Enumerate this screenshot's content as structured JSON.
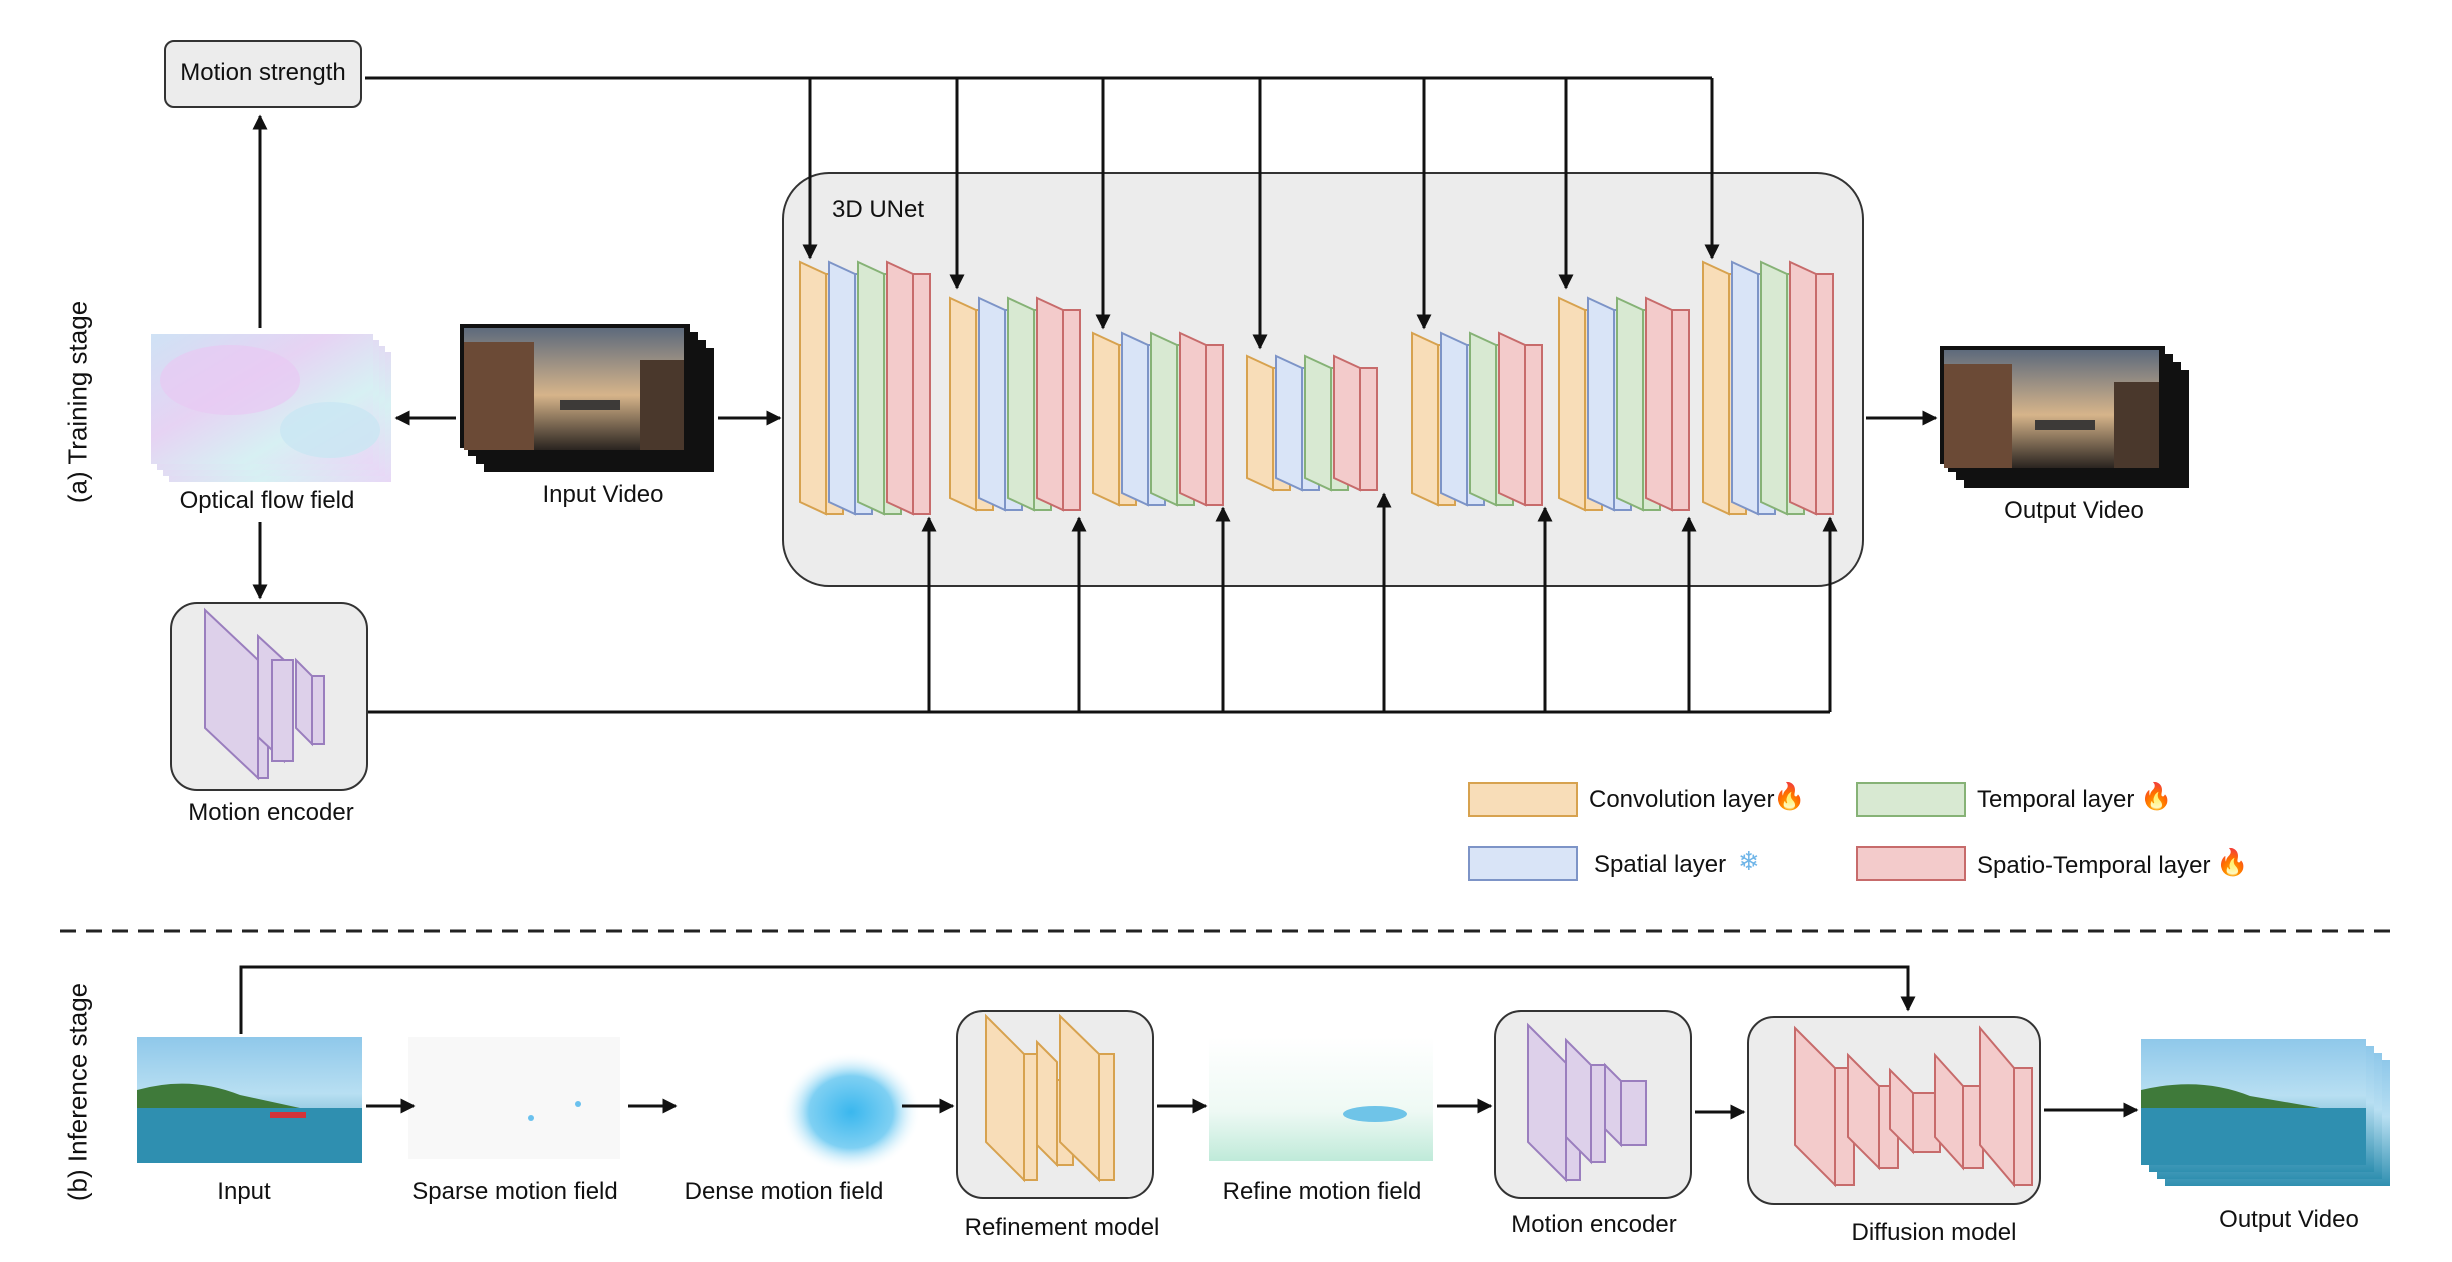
{
  "stages": {
    "training": "(a) Training stage",
    "inference": "(b) Inference stage"
  },
  "training": {
    "motion_strength": "Motion strength",
    "unet_title": "3D UNet",
    "optical_flow": "Optical flow field",
    "input_video": "Input Video",
    "output_video": "Output Video",
    "motion_encoder": "Motion encoder"
  },
  "legend": {
    "conv": "Convolution layer",
    "temporal": "Temporal layer",
    "spatial": "Spatial layer",
    "spatio_temporal": "Spatio-Temporal layer",
    "trainable_icon": "fire-icon",
    "frozen_icon": "snowflake-icon"
  },
  "inference": {
    "input": "Input",
    "sparse": "Sparse motion field",
    "dense": "Dense motion field",
    "refinement": "Refinement model",
    "refine": "Refine motion field",
    "motion_encoder": "Motion encoder",
    "diffusion": "Diffusion model",
    "output": "Output Video"
  },
  "colors": {
    "conv_fill": "#f8ddb8",
    "conv_stroke": "#d7a24f",
    "spatial_fill": "#d9e4f7",
    "spatial_stroke": "#7d94c7",
    "temporal_fill": "#d8e9d2",
    "temporal_stroke": "#86b276",
    "st_fill": "#f3cbcb",
    "st_stroke": "#c76b6b",
    "encoder_fill": "#ddd0ea",
    "encoder_stroke": "#9a7ebe",
    "box_fill": "#ececec",
    "box_stroke": "#333333"
  }
}
